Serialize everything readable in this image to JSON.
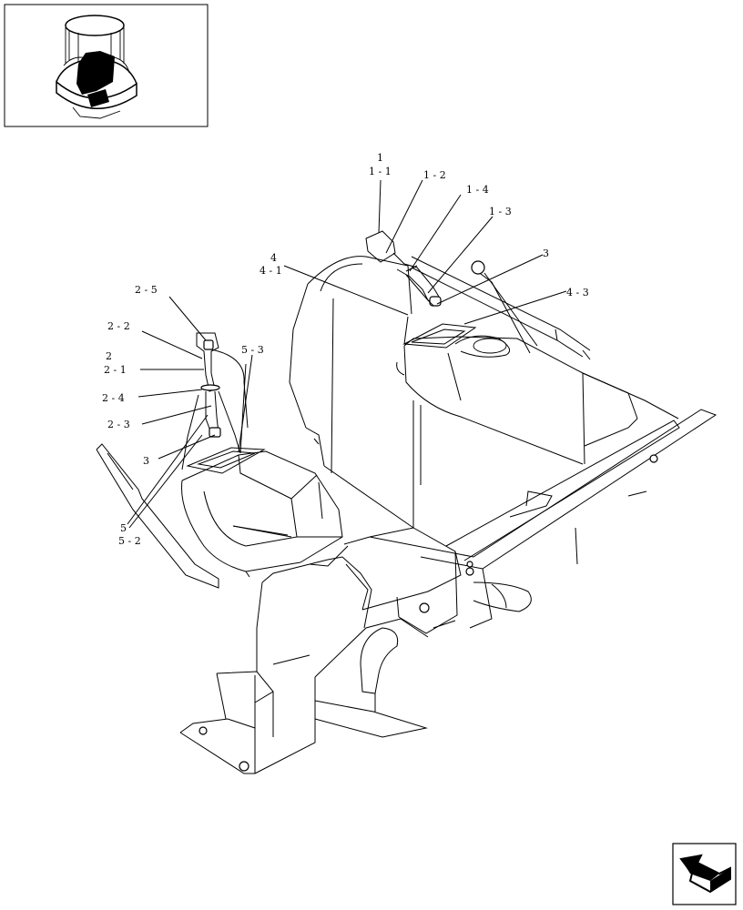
{
  "thumbnail": {
    "label": "machine-overview-thumbnail"
  },
  "callouts": [
    {
      "id": "c1",
      "text": "1"
    },
    {
      "id": "c1-1",
      "text": "1 - 1"
    },
    {
      "id": "c1-2",
      "text": "1 - 2"
    },
    {
      "id": "c1-4",
      "text": "1 - 4"
    },
    {
      "id": "c1-3",
      "text": "1 - 3"
    },
    {
      "id": "c3a",
      "text": "3"
    },
    {
      "id": "c4",
      "text": "4"
    },
    {
      "id": "c4-1",
      "text": "4 - 1"
    },
    {
      "id": "c4-3",
      "text": "4 - 3"
    },
    {
      "id": "c2-5",
      "text": "2 - 5"
    },
    {
      "id": "c2-2",
      "text": "2 - 2"
    },
    {
      "id": "c2",
      "text": "2"
    },
    {
      "id": "c2-1",
      "text": "2 - 1"
    },
    {
      "id": "c2-4",
      "text": "2 - 4"
    },
    {
      "id": "c2-3",
      "text": "2 - 3"
    },
    {
      "id": "c3b",
      "text": "3"
    },
    {
      "id": "c5",
      "text": "5"
    },
    {
      "id": "c5-2",
      "text": "5 - 2"
    },
    {
      "id": "c5-3",
      "text": "5 - 3"
    }
  ],
  "nav": {
    "icon": "next-page-arrow-icon"
  }
}
